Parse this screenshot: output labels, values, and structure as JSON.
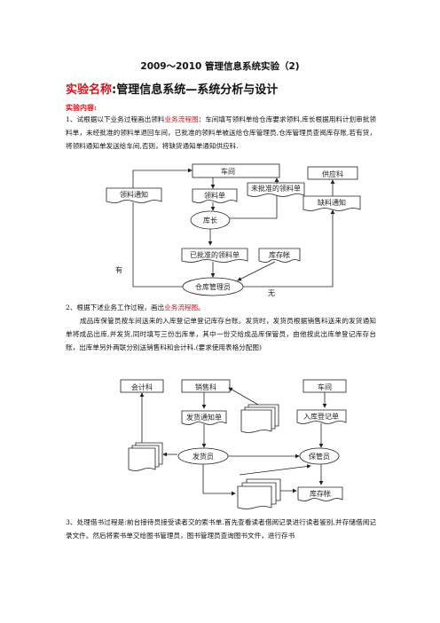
{
  "doc": {
    "title": "2009～2010 管理信息系统实验（2)",
    "exp_label": "实验名称",
    "exp_name": ":管理信息系统—系统分析与设计",
    "content_label": "实验内容:",
    "q1_prefix": "1、试根据以下业务过程画出领料",
    "q1_highlight": "业务流程图",
    "q1_rest": "：车间填写领料单给仓库要求领料,库长根据用料计划审批领料单，未经批准的领料单退回车间，已批准的领料单被送给仓库管理员,仓库管理员查阅库存账,若有货，将领料通知单发送给车间,否则，将缺货通知单通知供应科.",
    "q2_prefix": "2、根据下述业务工作过程，画出",
    "q2_highlight": "业务流程图",
    "q2_suffix": "。",
    "q2_body": "成品库保管员按车间送来的入库登记单登记库存台账。发货时，发货员根据销售科送来的发货通知单将成品出库,并发货,同时填写三份出库单，其中一份交给成品库保管员，由他按此出库单登记库存台账，出库单另外两联分别送销售科和会计科.(要求使用表格分配图)",
    "q3": "3、处理借书过程是:前台接待员接受读者交的索书单.首先查看读者借阅记录进行读者鉴别,并存储借阅记录文件。然后将索书单交给图书管理员，图书管理员查询图书文件，进行存书"
  },
  "diagram1": {
    "workshop": "车间",
    "supply": "供应科",
    "unapproved": "未批准的领料单",
    "requisition": "领料单",
    "notice": "领料通知",
    "manager": "库长",
    "shortage": "缺料通知",
    "approved": "已批准的领料单",
    "ledger": "库存帐",
    "yes": "有",
    "keeper": "仓库管理员",
    "no": "无"
  },
  "diagram2": {
    "accounting": "会计科",
    "sales": "销售科",
    "workshop": "车间",
    "ship_notice": "发货通知单",
    "inbound": "入库登记单",
    "shipper": "发货员",
    "custodian": "保管员",
    "ledger": "库存帐"
  }
}
